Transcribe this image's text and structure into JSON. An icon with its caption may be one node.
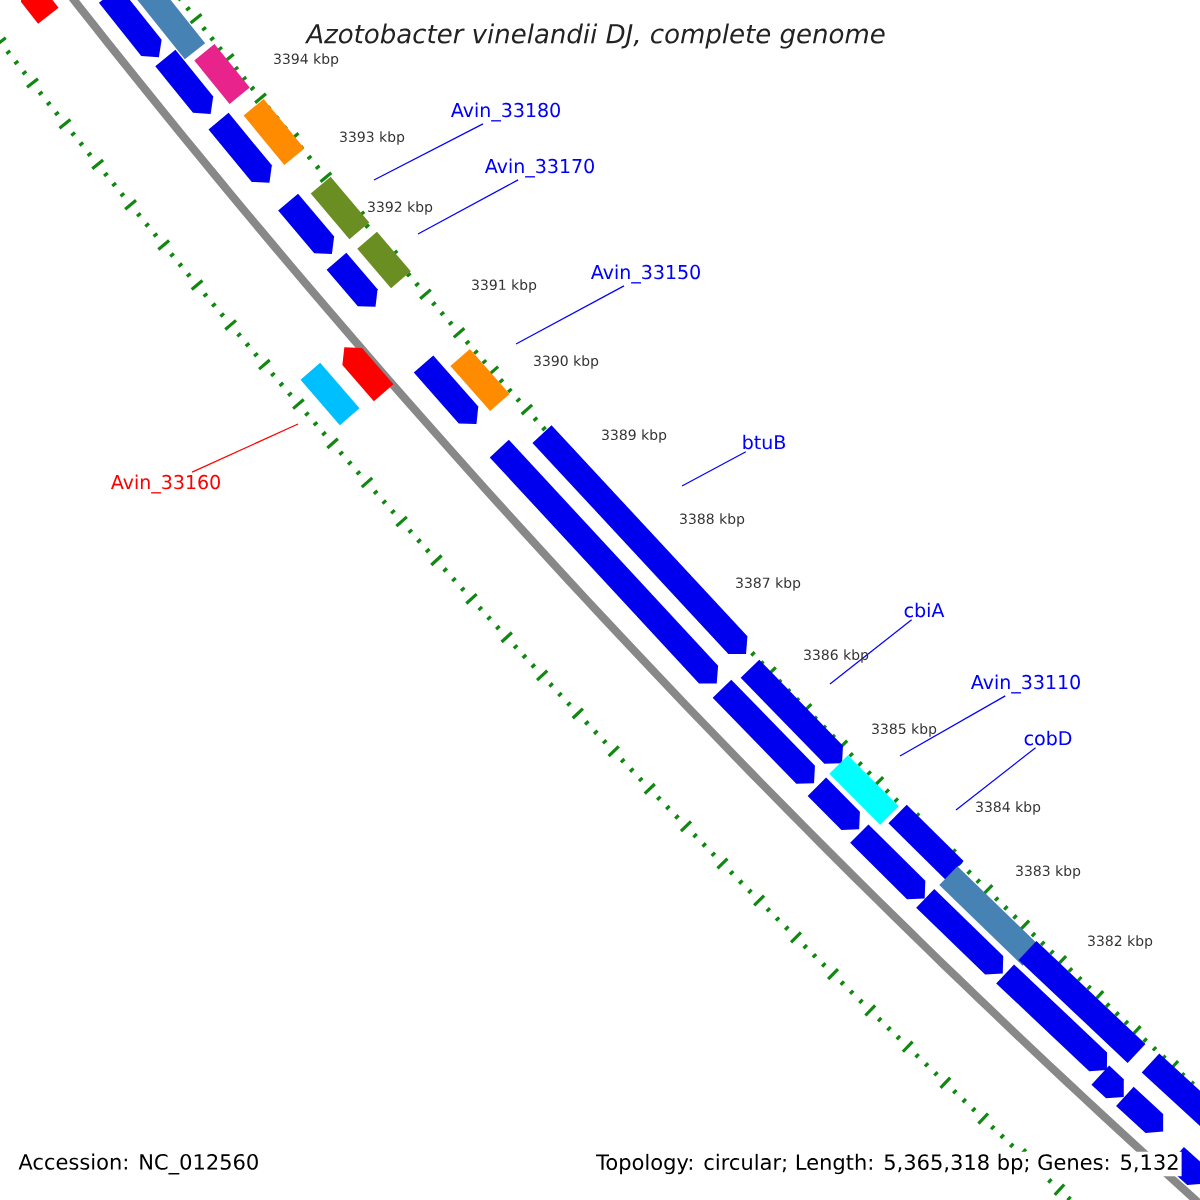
{
  "diagram": {
    "title": "Azotobacter vinelandii DJ, complete genome",
    "nodes": [
      {
        "text": [
          "Avin_33180"
        ]
      },
      {
        "text": [
          "Avin_33170"
        ]
      },
      {
        "text": [
          "Avin_33150"
        ]
      },
      {
        "text": [
          "Avin_33160"
        ]
      },
      {
        "text": [
          "btuB"
        ]
      },
      {
        "text": [
          "cbiA"
        ]
      },
      {
        "text": [
          "Avin_33110"
        ]
      },
      {
        "text": [
          "cobD"
        ]
      }
    ],
    "edges": [
      {
        "from": 0,
        "to": null,
        "arrow": "none"
      },
      {
        "from": 1,
        "to": null,
        "arrow": "none"
      },
      {
        "from": 2,
        "to": null,
        "arrow": "none"
      },
      {
        "from": 3,
        "to": null,
        "arrow": "none",
        "color": "#ff0000"
      },
      {
        "from": 4,
        "to": null,
        "arrow": "none"
      },
      {
        "from": 5,
        "to": null,
        "arrow": "none"
      },
      {
        "from": 6,
        "to": null,
        "arrow": "none"
      },
      {
        "from": 7,
        "to": null,
        "arrow": "none"
      }
    ],
    "labels": [
      "3394 kbp",
      "3393 kbp",
      "3392 kbp",
      "3391 kbp",
      "3390 kbp",
      "3389 kbp",
      "3388 kbp",
      "3387 kbp",
      "3386 kbp",
      "3385 kbp",
      "3384 kbp",
      "3383 kbp",
      "3382 kbp",
      "Accession: NC_012560",
      "Topology: circular; Length: 5,365,318 bp; Genes: 5,132"
    ]
  }
}
